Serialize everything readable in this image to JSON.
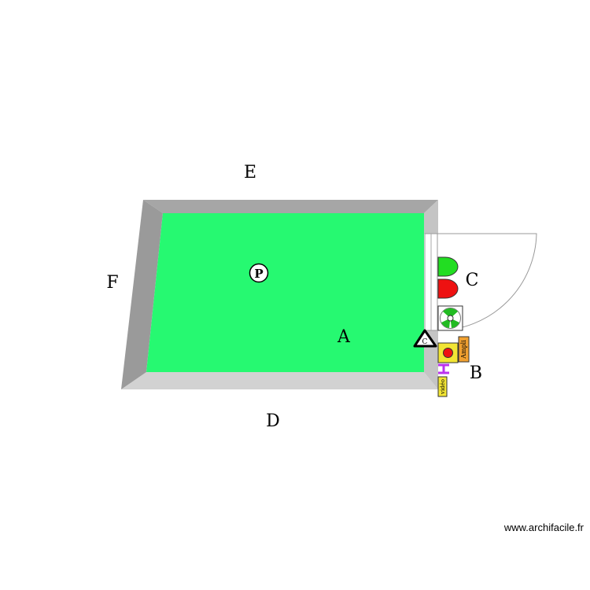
{
  "labels": {
    "room": "A",
    "b": "B",
    "c": "C",
    "d": "D",
    "e": "E",
    "f": "F"
  },
  "symbols": {
    "socket_letter": "P",
    "sensor_letter": "C",
    "amp_text": "Ampli",
    "video_text": "vidéo"
  },
  "colors": {
    "floor": "#26f971",
    "wall_top": "#a6a6a6",
    "wall_bottom": "#d2d2d2",
    "wall_left": "#9a9a9a",
    "wall_right": "#c4c4c4",
    "green_light": "#22dd22",
    "red_light": "#ee1111",
    "yellow_box": "#f2e534",
    "orange_box": "#f0a030",
    "purple": "#bb33ee"
  },
  "watermark": "www.archifacile.fr"
}
